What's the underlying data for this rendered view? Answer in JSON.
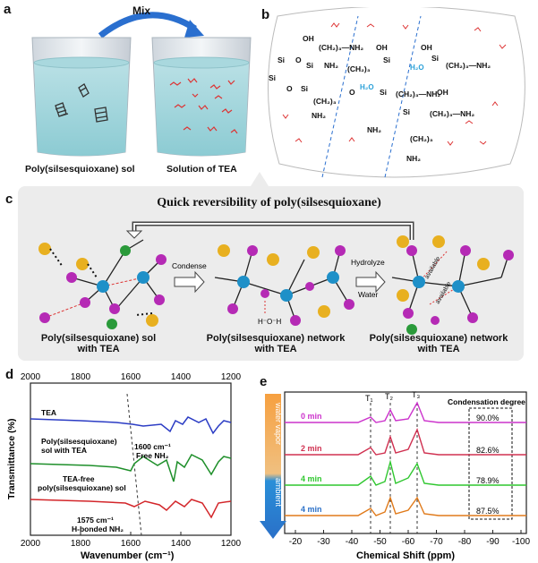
{
  "panels": {
    "a": {
      "label": "a",
      "mix_label": "Mix",
      "beaker1_caption": "Poly(silsesquioxane) sol",
      "beaker2_caption": "Solution of TEA"
    },
    "b": {
      "label": "b",
      "formula_fragments": [
        "OH",
        "(CH₂)₃—NH₂",
        "Si",
        "O",
        "H₂O",
        "NH₂",
        "(CH₂)₃",
        "OH"
      ]
    },
    "c": {
      "label": "c",
      "title": "Quick reversibility of poly(silsesquioxane)",
      "condense_label": "Condense",
      "hydrolyze_label": "Hydrolyze",
      "water_label": "Water",
      "available_label": "available",
      "captions": [
        "Poly(silsesquioxane) sol\nwith TEA",
        "Poly(silsesquioxane) network\nwith TEA",
        "Poly(silsesquioxane) network\nwith TEA"
      ]
    },
    "d": {
      "label": "d",
      "xlabel": "Wavenumber (cm⁻¹)",
      "ylabel": "Transmittance (%)",
      "ticks": [
        "2000",
        "1800",
        "1600",
        "1400",
        "1200"
      ],
      "traces": [
        {
          "name": "TEA",
          "color": "#2b3cc4"
        },
        {
          "name": "Poly(silsesquioxane)\nsol with TEA",
          "color": "#1e8f2a"
        },
        {
          "name": "TEA-free\npoly(silsesquioxane) sol",
          "color": "#d3262a"
        }
      ],
      "annotations": [
        "1600 cm⁻¹\nFree NH₂",
        "1575 cm⁻¹\nH-bonded NH₂"
      ]
    },
    "e": {
      "label": "e",
      "xlabel": "Chemical Shift (ppm)",
      "ticks": [
        "-20",
        "-30",
        "-40",
        "-50",
        "-60",
        "-70",
        "-80",
        "-90",
        "-100"
      ],
      "peaks": [
        "T₁",
        "T₂",
        "T₃"
      ],
      "condensation_title": "Condensation degree",
      "arrow_top": "water vapor",
      "arrow_bottom": "ambient",
      "traces": [
        {
          "time": "0 min",
          "degree": "90.0%",
          "color": "#cc33cc"
        },
        {
          "time": "2 min",
          "degree": "82.6%",
          "color": "#d03050"
        },
        {
          "time": "4 min",
          "degree": "78.9%",
          "color": "#2fc72f"
        },
        {
          "time": "4 min",
          "degree": "87.5%",
          "color": "#e07a1a"
        }
      ]
    }
  }
}
